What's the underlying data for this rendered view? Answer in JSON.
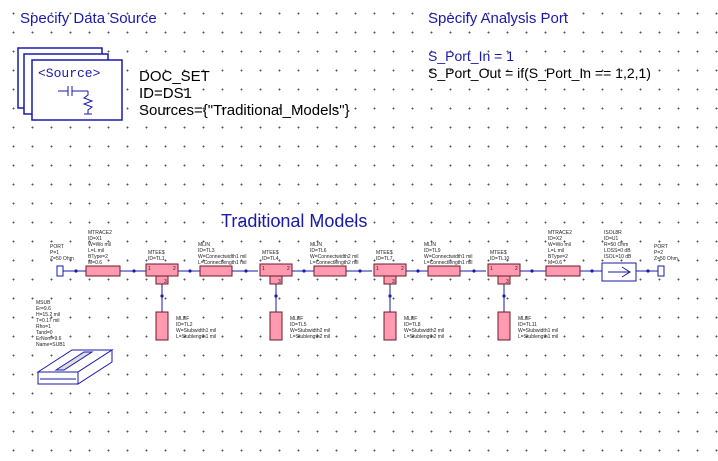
{
  "headings": {
    "data_source": "Specify Data Source",
    "analysis_port": "Specify Analysis Port"
  },
  "docset": {
    "icon_label": "<Source>",
    "name": "DOC_SET",
    "id": "ID=DS1",
    "sources": "Sources={\"Traditional_Models\"}"
  },
  "analysis": {
    "port_in": "S_Port_In = 1",
    "port_out": "S_Port_Out = if(S_Port_In == 1,2,1)"
  },
  "schematic": {
    "title": "Traditional Models",
    "port1": [
      "PORT",
      "P=1",
      "Z=50 Ohm"
    ],
    "port2": [
      "PORT",
      "P=2",
      "Z=50 Ohm"
    ],
    "mtrace1": [
      "MTRACE2",
      "ID=X1",
      "W=Wo mil",
      "L=L mil",
      "BType=2",
      "M=0.6"
    ],
    "mtrace2": [
      "MTRACE2",
      "ID=X2",
      "W=Wo mil",
      "L=L mil",
      "BType=2",
      "M=0.6"
    ],
    "mtee1": [
      "MTEE$",
      "ID=TL1"
    ],
    "mtee2": [
      "MTEE$",
      "ID=TL4"
    ],
    "mtee3": [
      "MTEE$",
      "ID=TL7"
    ],
    "mtee4": [
      "MTEE$",
      "ID=TL10"
    ],
    "mlin1": [
      "MLIN",
      "ID=TL3",
      "W=Connectwidth1 mil",
      "L=Connectlength1 mil"
    ],
    "mlin2": [
      "MLIN",
      "ID=TL6",
      "W=Connectwidth2 mil",
      "L=Connectlength2 mil"
    ],
    "mlin3": [
      "MLIN",
      "ID=TL9",
      "W=Connectwidth1 mil",
      "L=Connectlength1 mil"
    ],
    "mlef1": [
      "MLEF",
      "ID=TL2",
      "W=Stubwidth1 mil",
      "L=Stublength1 mil"
    ],
    "mlef2": [
      "MLEF",
      "ID=TL5",
      "W=Stubwidth2 mil",
      "L=Stublength2 mil"
    ],
    "mlef3": [
      "MLEF",
      "ID=TL8",
      "W=Stubwidth2 mil",
      "L=Stublength2 mil"
    ],
    "mlef4": [
      "MLEF",
      "ID=TL11",
      "W=Stubwidth1 mil",
      "L=Stublength1 mil"
    ],
    "isolator": [
      "ISOL8R",
      "ID=U1",
      "R=50 Ohm",
      "LOSS=0 dB",
      "ISOL=10 dB"
    ],
    "msub": [
      "MSUB",
      "Er=9.6",
      "H=15.2 mil",
      "T=0.17 mil",
      "Rho=1",
      "Tand=0",
      "ErNom=9.6",
      "Name=SUB1"
    ]
  },
  "colors": {
    "schematic_line": "#1a1aaa",
    "element_fill": "#ff9ab0",
    "element_stroke": "#6b1a2a",
    "node": "#1a1aaa"
  }
}
